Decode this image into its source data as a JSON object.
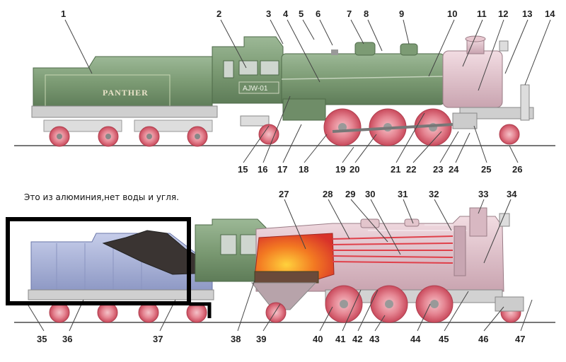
{
  "top_locomotive": {
    "tender_name": "PANTHER",
    "cab_plate": "AJW-01",
    "callouts": [
      "1",
      "2",
      "3",
      "4",
      "5",
      "6",
      "7",
      "8",
      "9",
      "10",
      "11",
      "12",
      "13",
      "14",
      "15",
      "16",
      "17",
      "18",
      "19",
      "20",
      "21",
      "22",
      "23",
      "24",
      "25",
      "26"
    ]
  },
  "caption": "Это из алюминия,нет воды и угля.",
  "bottom_locomotive": {
    "callouts": [
      "27",
      "28",
      "29",
      "30",
      "31",
      "32",
      "33",
      "34",
      "35",
      "36",
      "37",
      "38",
      "39",
      "40",
      "41",
      "42",
      "43",
      "44",
      "45",
      "46",
      "47"
    ]
  },
  "colors": {
    "boiler_green": "#7c9b74",
    "smokebox_pink": "#e8c8d0",
    "wheel_red": "#e06070",
    "tender_blue": "#aab4d8",
    "fire_orange": "#f05a20",
    "highlight_frame": "#000000"
  }
}
